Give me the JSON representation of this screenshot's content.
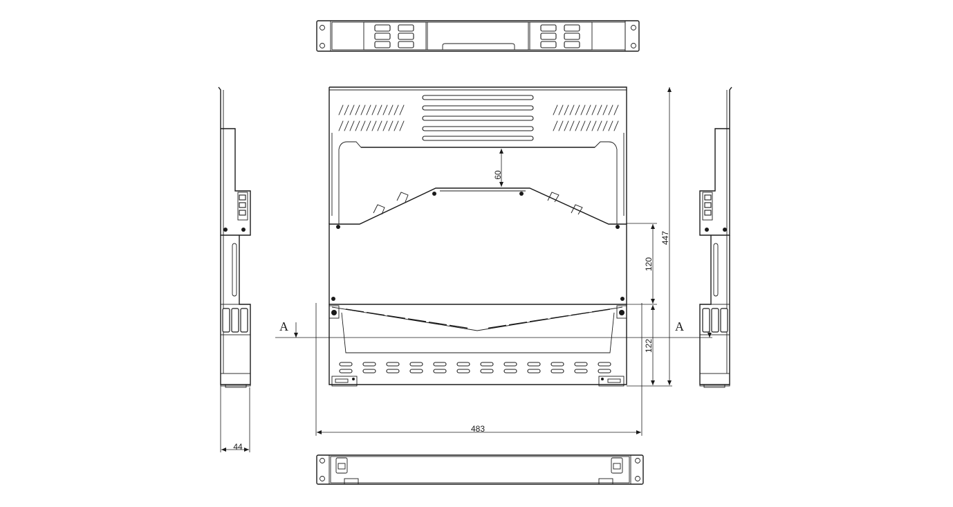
{
  "dimensions": {
    "depth_60": "60",
    "height_120": "120",
    "height_122": "122",
    "overall_depth": "447",
    "overall_width": "483",
    "panel_height": "44"
  },
  "section_marks": {
    "left": "A",
    "right": "A"
  }
}
